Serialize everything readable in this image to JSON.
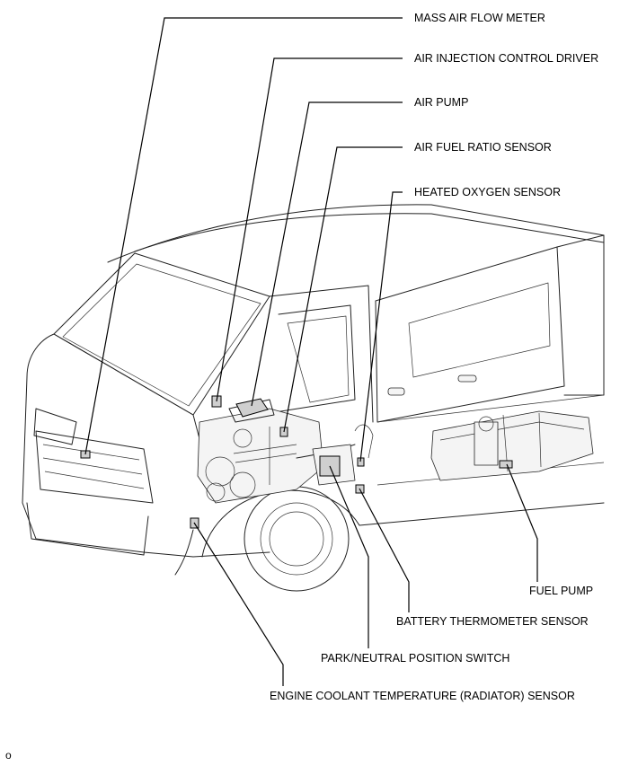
{
  "labels": {
    "mass_air_flow_meter": "MASS AIR FLOW METER",
    "air_injection_control_driver": "AIR INJECTION CONTROL DRIVER",
    "air_pump": "AIR PUMP",
    "air_fuel_ratio_sensor": "AIR FUEL RATIO SENSOR",
    "heated_oxygen_sensor": "HEATED OXYGEN SENSOR",
    "fuel_pump": "FUEL PUMP",
    "battery_thermometer_sensor": "BATTERY THERMOMETER SENSOR",
    "park_neutral_position_switch": "PARK/NEUTRAL POSITION SWITCH",
    "engine_coolant_temperature_sensor": "ENGINE COOLANT TEMPERATURE (RADIATOR) SENSOR"
  },
  "footer_mark": "o"
}
